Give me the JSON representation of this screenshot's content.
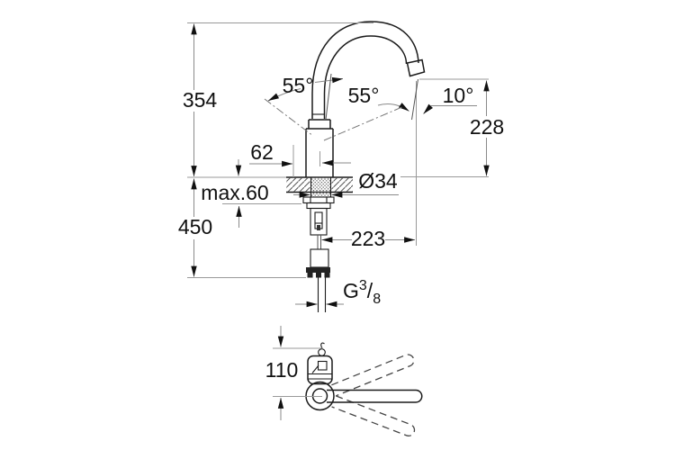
{
  "drawing": {
    "kind": "faucet-dimension-drawing",
    "colors": {
      "object_line": "#1a1a1a",
      "dimension_line": "#999999",
      "text": "#111111",
      "background": "#ffffff",
      "hatch": "#555555"
    },
    "dims": {
      "overall_height": "354",
      "spout_offset": "62",
      "counter_thickness_max": "max.60",
      "below_counter_height": "450",
      "swivel_left": "55°",
      "swivel_right": "55°",
      "stream_angle": "10°",
      "spout_height": "228",
      "hole_diameter": "Ø34",
      "spout_reach": "223",
      "handle_depth": "110",
      "thread": {
        "g": "G",
        "sup": "3",
        "slash": "/",
        "sub": "8"
      }
    }
  }
}
